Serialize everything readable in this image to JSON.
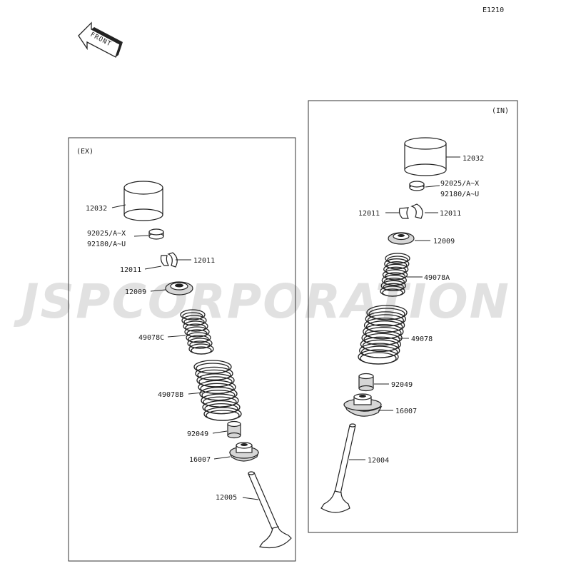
{
  "diagram_code": "E1210",
  "front_label": "FRONT",
  "watermark": "JSPCORPORATION",
  "panels": {
    "ex": {
      "title": "(EX)",
      "labels": {
        "tappet": "12032",
        "shim_a": "92025/A~X",
        "shim_b": "92180/A~U",
        "cotter_right": "12011",
        "cotter_left": "12011",
        "retainer": "12009",
        "spring_inner": "49078C",
        "spring_outer": "49078B",
        "stem_seal": "92049",
        "spring_seat": "16007",
        "valve": "12005"
      }
    },
    "in": {
      "title": "(IN)",
      "labels": {
        "tappet": "12032",
        "shim_a": "92025/A~X",
        "shim_b": "92180/A~U",
        "cotter_left": "12011",
        "cotter_right": "12011",
        "retainer": "12009",
        "spring_inner": "49078A",
        "spring_outer": "49078",
        "stem_seal": "92049",
        "spring_seat": "16007",
        "valve": "12004"
      }
    }
  }
}
